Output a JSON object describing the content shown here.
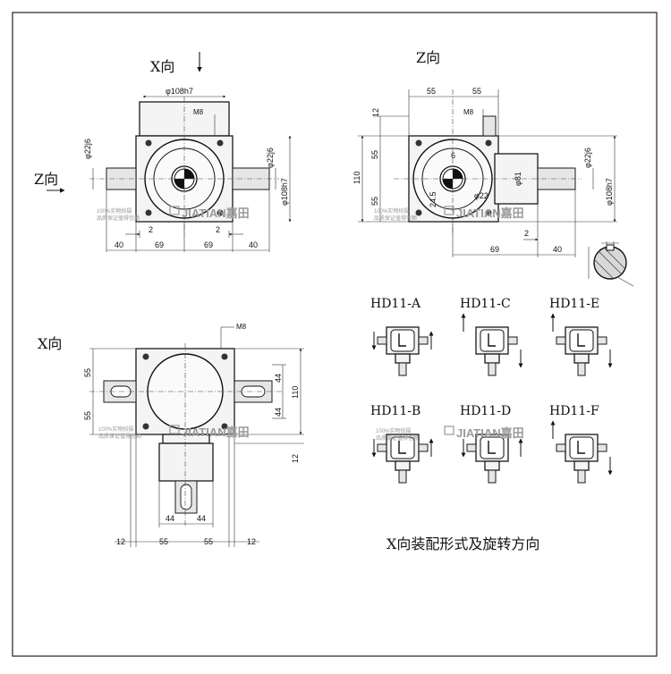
{
  "views": {
    "x_view_top": {
      "heading": "X向",
      "dims": {
        "dia_top": "φ108h7",
        "bolt": "M8",
        "shaft_left": "φ22j6",
        "shaft_right": "φ22j6",
        "body_right": "φ108h7",
        "gap_left": "2",
        "gap_right": "2",
        "bottom_40_left": "40",
        "bottom_69_left": "69",
        "bottom_69_right": "69",
        "bottom_40_right": "40"
      },
      "z_arrow_label": "Z向"
    },
    "z_view": {
      "heading": "Z向",
      "dims": {
        "top_55_left": "55",
        "top_55_right": "55",
        "v_12": "12",
        "bolt": "M8",
        "v_110": "110",
        "v_55_top": "55",
        "v_55_bottom": "55",
        "key_6": "6",
        "key_245": "24.5",
        "bore": "φ22",
        "flange": "φ81",
        "shaft": "φ22j6",
        "body_right": "φ108h7",
        "gap": "2",
        "bottom_69": "69",
        "bottom_40": "40"
      }
    },
    "section_detail": {
      "key_6": "6",
      "key_245": "24.5",
      "bore": "φ22"
    },
    "x_view_bottom": {
      "heading": "X向",
      "dims": {
        "bolt": "M8",
        "left_55_top": "55",
        "left_55_bottom": "55",
        "right_44_top": "44",
        "right_44_bottom": "44",
        "v_110": "110",
        "v_12": "12",
        "shaft_44_left": "44",
        "shaft_44_right": "44",
        "bottom_12_left": "12",
        "bottom_55_left": "55",
        "bottom_55_right": "55",
        "bottom_12_right": "12"
      }
    }
  },
  "variants": {
    "items": [
      "HD11-A",
      "HD11-C",
      "HD11-E",
      "HD11-B",
      "HD11-D",
      "HD11-F"
    ],
    "caption": "X向装配形式及旋转方向"
  },
  "watermark": {
    "brand": "JIATIAN嘉田",
    "line1": "100%实物拍摄",
    "line2": "品质保证值得信赖"
  }
}
